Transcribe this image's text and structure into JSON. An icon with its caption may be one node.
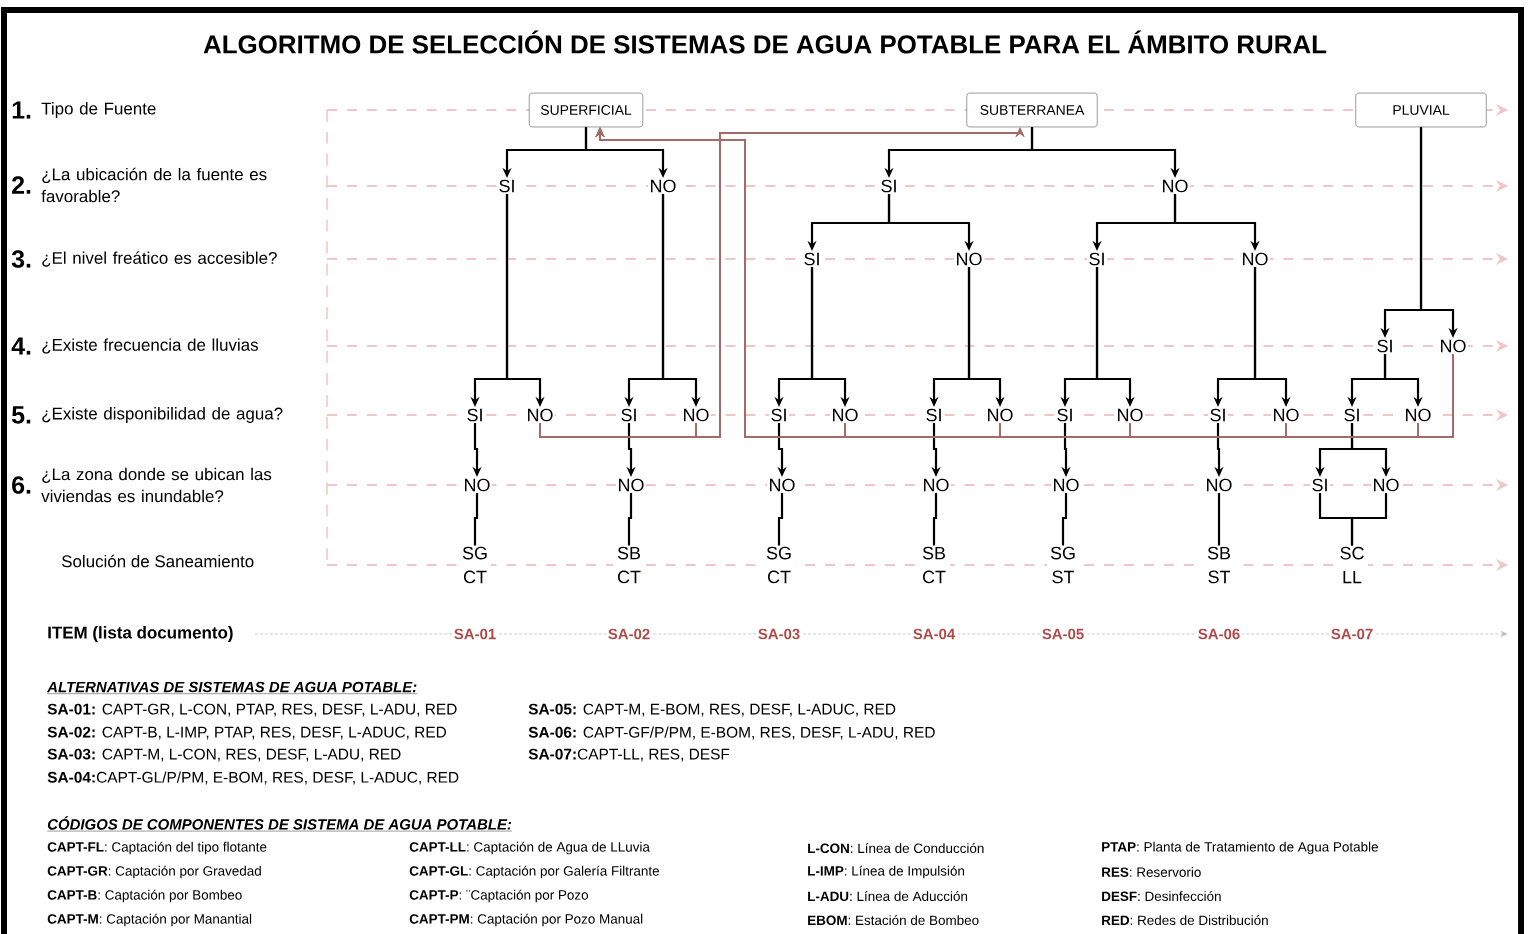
{
  "diagram": {
    "title": "ALGORITMO DE SELECCIÓN DE SISTEMAS DE AGUA POTABLE PARA EL ÁMBITO RURAL",
    "nodes": [
      {
        "text": [
          "SUPERFICIAL"
        ]
      },
      {
        "text": [
          "SUBTERRANEA"
        ]
      },
      {
        "text": [
          "PLUVIAL"
        ]
      },
      {
        "text": [
          "SI"
        ]
      },
      {
        "text": [
          "NO"
        ]
      },
      {
        "text": [
          "SI"
        ]
      },
      {
        "text": [
          "NO"
        ]
      },
      {
        "text": [
          "SI"
        ]
      },
      {
        "text": [
          "NO"
        ]
      },
      {
        "text": [
          "SI"
        ]
      },
      {
        "text": [
          "NO"
        ]
      },
      {
        "text": [
          "SI"
        ]
      },
      {
        "text": [
          "NO"
        ]
      },
      {
        "text": [
          "SI"
        ]
      },
      {
        "text": [
          "NO"
        ]
      },
      {
        "text": [
          "SI"
        ]
      },
      {
        "text": [
          "NO"
        ]
      },
      {
        "text": [
          "SI"
        ]
      },
      {
        "text": [
          "NO"
        ]
      },
      {
        "text": [
          "SI"
        ]
      },
      {
        "text": [
          "NO"
        ]
      },
      {
        "text": [
          "SI"
        ]
      },
      {
        "text": [
          "NO"
        ]
      },
      {
        "text": [
          "SI"
        ]
      },
      {
        "text": [
          "NO"
        ]
      },
      {
        "text": [
          "SI"
        ]
      },
      {
        "text": [
          "NO"
        ]
      },
      {
        "text": [
          "NO"
        ]
      },
      {
        "text": [
          "NO"
        ]
      },
      {
        "text": [
          "NO"
        ]
      },
      {
        "text": [
          "NO"
        ]
      },
      {
        "text": [
          "NO"
        ]
      },
      {
        "text": [
          "NO"
        ]
      },
      {
        "text": [
          "SI"
        ]
      },
      {
        "text": [
          "NO"
        ]
      },
      {
        "text": [
          "SG CT"
        ]
      },
      {
        "text": [
          "SB CT"
        ]
      },
      {
        "text": [
          "SG CT"
        ]
      },
      {
        "text": [
          "SB CT"
        ]
      },
      {
        "text": [
          "SG ST"
        ]
      },
      {
        "text": [
          "SB ST"
        ]
      },
      {
        "text": [
          "SC LL"
        ]
      }
    ],
    "edges": [
      {
        "from": 0,
        "to": 3,
        "arrow": "to"
      },
      {
        "from": 0,
        "to": 4,
        "arrow": "to"
      },
      {
        "from": 1,
        "to": 5,
        "arrow": "to"
      },
      {
        "from": 1,
        "to": 6,
        "arrow": "to"
      },
      {
        "from": 2,
        "to": 11,
        "arrow": "to"
      },
      {
        "from": 2,
        "to": 12,
        "arrow": "to"
      },
      {
        "from": 3,
        "to": 13,
        "arrow": "to"
      },
      {
        "from": 3,
        "to": 14,
        "arrow": "to"
      },
      {
        "from": 4,
        "to": 15,
        "arrow": "to"
      },
      {
        "from": 4,
        "to": 16,
        "arrow": "to"
      },
      {
        "from": 5,
        "to": 7,
        "arrow": "to"
      },
      {
        "from": 5,
        "to": 8,
        "arrow": "to"
      },
      {
        "from": 6,
        "to": 9,
        "arrow": "to"
      },
      {
        "from": 6,
        "to": 10,
        "arrow": "to"
      },
      {
        "from": 7,
        "to": 17,
        "arrow": "to"
      },
      {
        "from": 7,
        "to": 18,
        "arrow": "to"
      },
      {
        "from": 8,
        "to": 19,
        "arrow": "to"
      },
      {
        "from": 8,
        "to": 20,
        "arrow": "to"
      },
      {
        "from": 9,
        "to": 21,
        "arrow": "to"
      },
      {
        "from": 9,
        "to": 22,
        "arrow": "to"
      },
      {
        "from": 10,
        "to": 23,
        "arrow": "to"
      },
      {
        "from": 10,
        "to": 24,
        "arrow": "to"
      },
      {
        "from": 11,
        "to": 25,
        "arrow": "to"
      },
      {
        "from": 11,
        "to": 26,
        "arrow": "to"
      },
      {
        "from": 13,
        "to": 27,
        "arrow": "to"
      },
      {
        "from": 15,
        "to": 28,
        "arrow": "to"
      },
      {
        "from": 17,
        "to": 29,
        "arrow": "to"
      },
      {
        "from": 19,
        "to": 30,
        "arrow": "to"
      },
      {
        "from": 21,
        "to": 31,
        "arrow": "to"
      },
      {
        "from": 23,
        "to": 32,
        "arrow": "to"
      },
      {
        "from": 25,
        "to": 33,
        "arrow": "to"
      },
      {
        "from": 25,
        "to": 34,
        "arrow": "to"
      },
      {
        "from": 27,
        "to": 35,
        "arrow": "none"
      },
      {
        "from": 28,
        "to": 36,
        "arrow": "none"
      },
      {
        "from": 29,
        "to": 37,
        "arrow": "none"
      },
      {
        "from": 30,
        "to": 38,
        "arrow": "none"
      },
      {
        "from": 31,
        "to": 39,
        "arrow": "none"
      },
      {
        "from": 32,
        "to": 40,
        "arrow": "none"
      },
      {
        "from": 33,
        "to": 41,
        "arrow": "none"
      },
      {
        "from": 34,
        "to": 41,
        "arrow": "none"
      },
      {
        "from": 14,
        "to": 1,
        "arrow": "to",
        "color": "#a36b67"
      },
      {
        "from": 16,
        "to": 1,
        "arrow": "to",
        "color": "#a36b67"
      },
      {
        "from": 18,
        "to": 0,
        "arrow": "to",
        "color": "#a36b67"
      },
      {
        "from": 20,
        "to": 0,
        "arrow": "to",
        "color": "#a36b67"
      },
      {
        "from": 22,
        "to": 0,
        "arrow": "to",
        "color": "#a36b67"
      },
      {
        "from": 24,
        "to": 0,
        "arrow": "to",
        "color": "#a36b67"
      },
      {
        "from": 26,
        "to": 0,
        "arrow": "to",
        "color": "#a36b67"
      },
      {
        "from": 12,
        "to": 0,
        "arrow": "to",
        "color": "#a36b67"
      }
    ],
    "labels": [
      "1.",
      "Tipo de Fuente",
      "2.",
      "¿La ubicación de la fuente es favorable?",
      "3.",
      "¿El nivel freático es accesible?",
      "4.",
      "¿Existe frecuencia de lluvias",
      "5.",
      "¿Existe disponibilidad de agua?",
      "6.",
      "¿La zona donde se ubican las viviendas es inundable?",
      "Solución de Saneamiento",
      "ITEM (lista documento)",
      "SA-01",
      "SA-02",
      "SA-03",
      "SA-04",
      "SA-05",
      "SA-06",
      "SA-07",
      "ALTERNATIVAS DE SISTEMAS DE AGUA POTABLE:",
      "**SA-01:** CAPT-GR, L-CON, PTAP, RES, DESF, L-ADU, RED",
      "**SA-02:** CAPT-B, L-IMP, PTAP, RES, DESF, L-ADUC, RED",
      "**SA-03:** CAPT-M, L-CON, RES, DESF, L-ADU, RED",
      "**SA-04:**CAPT-GL/P/PM, E-BOM, RES, DESF, L-ADUC, RED",
      "**SA-05:** CAPT-M, E-BOM, RES, DESF, L-ADUC, RED",
      "**SA-06:** CAPT-GF/P/PM, E-BOM, RES, DESF, L-ADU, RED",
      "**SA-07:**CAPT-LL, RES, DESF",
      "CÓDIGOS DE COMPONENTES DE SISTEMA DE AGUA POTABLE:",
      "**CAPT-FL**: Captación del tipo flotante",
      "**CAPT-GR**: Captación por Gravedad",
      "**CAPT-B**: Captación por Bombeo",
      "**CAPT-M**: Captación por Manantial",
      "**CAPT-LL**: Captación de Agua de LLuvia",
      "**CAPT-GL**: Captación por Galería Filtrante",
      "**CAPT-P**: ¨Captación por Pozo",
      "**CAPT-PM**: Captación por Pozo Manual",
      "**L-CON**: Línea de Conducción",
      "**L-IMP**: Línea de Impulsión",
      "**L-ADU**: Línea de Aducción",
      "**EBOM**: Estación de Bombeo",
      "**PTAP**: Planta de Tratamiento de Agua Potable",
      "**RES**: Reservorio",
      "**DESF**: Desinfección",
      "**RED**: Redes de Distribución"
    ]
  }
}
